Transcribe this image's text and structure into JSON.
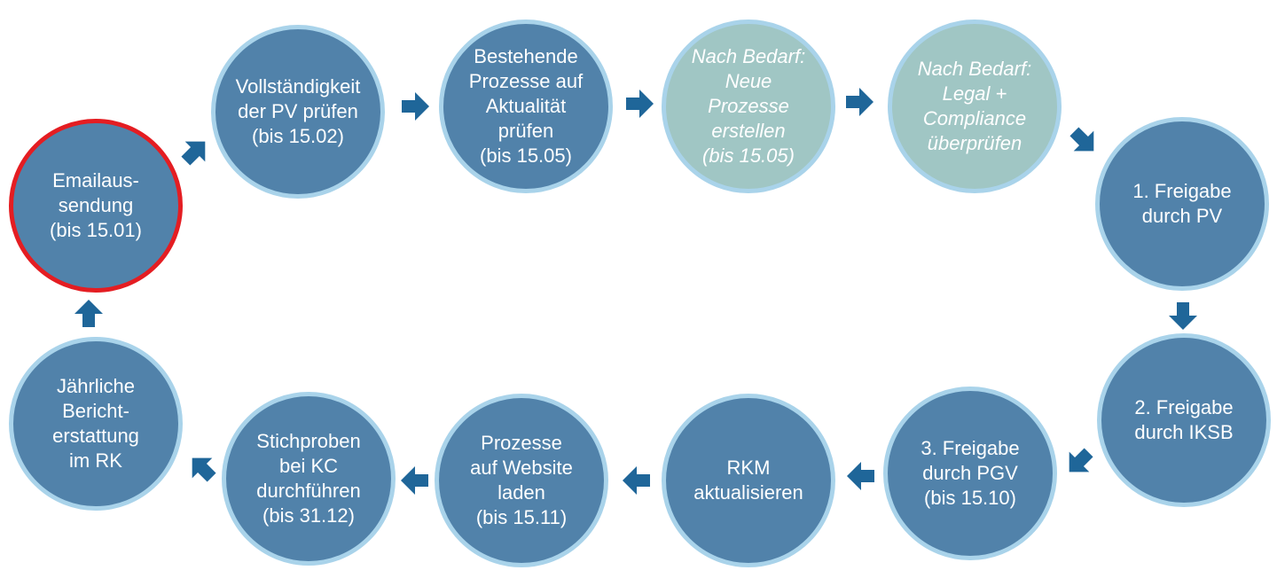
{
  "colors": {
    "node_fill": "#5182aa",
    "optional_fill": "#a0c6c4",
    "node_border": "#a9d3ea",
    "highlight_border": "#e41d22",
    "arrow": "#1f6699",
    "text": "#ffffff"
  },
  "nodes": [
    {
      "id": "emailaussendung",
      "style": "primary",
      "highlight": true,
      "lines": [
        "Emailaus-",
        "sendung",
        "(bis 15.01)"
      ]
    },
    {
      "id": "vollstaendigkeit",
      "style": "primary",
      "lines": [
        "Vollständigkeit",
        "der PV prüfen",
        "(bis 15.02)"
      ]
    },
    {
      "id": "bestehende-prozesse",
      "style": "primary",
      "lines": [
        "Bestehende",
        "Prozesse auf",
        "Aktualität",
        "prüfen",
        "(bis 15.05)"
      ]
    },
    {
      "id": "neue-prozesse",
      "style": "optional",
      "lines": [
        "Nach Bedarf:",
        "Neue",
        "Prozesse",
        "erstellen",
        "(bis 15.05)"
      ]
    },
    {
      "id": "legal-compliance",
      "style": "optional",
      "lines": [
        "Nach Bedarf:",
        "Legal +",
        "Compliance",
        "überprüfen"
      ]
    },
    {
      "id": "freigabe-1",
      "style": "primary",
      "lines": [
        "1. Freigabe",
        "durch PV"
      ]
    },
    {
      "id": "freigabe-2",
      "style": "primary",
      "lines": [
        "2. Freigabe",
        "durch IKSB"
      ]
    },
    {
      "id": "freigabe-3",
      "style": "primary",
      "lines": [
        "3. Freigabe",
        "durch PGV",
        "(bis 15.10)"
      ]
    },
    {
      "id": "rkm",
      "style": "primary",
      "lines": [
        "RKM",
        "aktualisieren"
      ]
    },
    {
      "id": "website",
      "style": "primary",
      "lines": [
        "Prozesse",
        "auf Website",
        "laden",
        "(bis 15.11)"
      ]
    },
    {
      "id": "stichproben",
      "style": "primary",
      "lines": [
        "Stichproben",
        "bei KC",
        "durchführen",
        "(bis 31.12)"
      ]
    },
    {
      "id": "berichterstattung",
      "style": "primary",
      "lines": [
        "Jährliche",
        "Bericht-",
        "erstattung",
        "im RK"
      ]
    }
  ],
  "arrows": [
    {
      "from": "emailaussendung",
      "to": "vollstaendigkeit",
      "direction": "up-right"
    },
    {
      "from": "vollstaendigkeit",
      "to": "bestehende-prozesse",
      "direction": "right"
    },
    {
      "from": "bestehende-prozesse",
      "to": "neue-prozesse",
      "direction": "right"
    },
    {
      "from": "neue-prozesse",
      "to": "legal-compliance",
      "direction": "right"
    },
    {
      "from": "legal-compliance",
      "to": "freigabe-1",
      "direction": "down-right"
    },
    {
      "from": "freigabe-1",
      "to": "freigabe-2",
      "direction": "down"
    },
    {
      "from": "freigabe-2",
      "to": "freigabe-3",
      "direction": "down-left"
    },
    {
      "from": "freigabe-3",
      "to": "rkm",
      "direction": "left"
    },
    {
      "from": "rkm",
      "to": "website",
      "direction": "left"
    },
    {
      "from": "website",
      "to": "stichproben",
      "direction": "left"
    },
    {
      "from": "stichproben",
      "to": "berichterstattung",
      "direction": "up-left"
    },
    {
      "from": "berichterstattung",
      "to": "emailaussendung",
      "direction": "up"
    }
  ]
}
